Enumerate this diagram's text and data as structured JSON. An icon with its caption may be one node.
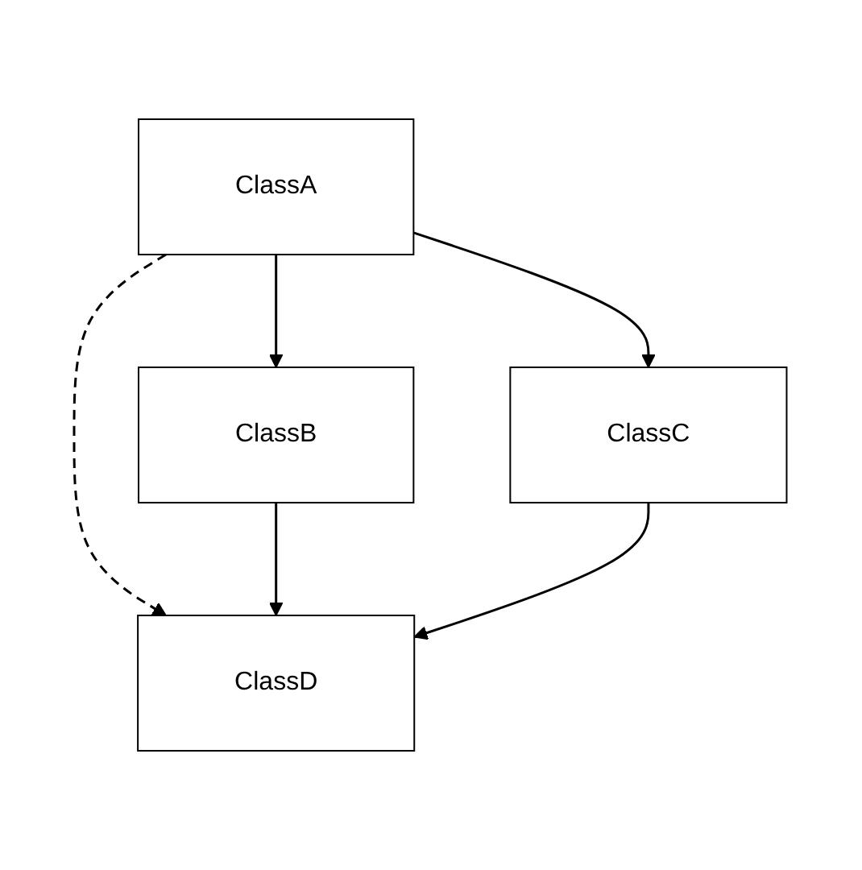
{
  "diagram": {
    "nodes": [
      {
        "text": [
          "ClassA"
        ]
      },
      {
        "text": [
          "ClassB"
        ]
      },
      {
        "text": [
          "ClassC"
        ]
      },
      {
        "text": [
          "ClassD"
        ]
      }
    ],
    "edges": [
      {
        "from": 0,
        "to": 1,
        "arrow": "to"
      },
      {
        "from": 0,
        "to": 3,
        "arrow": "to",
        "style": "dashed"
      },
      {
        "from": 0,
        "to": 2,
        "arrow": "to"
      },
      {
        "from": 1,
        "to": 3,
        "arrow": "to"
      },
      {
        "from": 2,
        "to": 3,
        "arrow": "to"
      }
    ]
  }
}
